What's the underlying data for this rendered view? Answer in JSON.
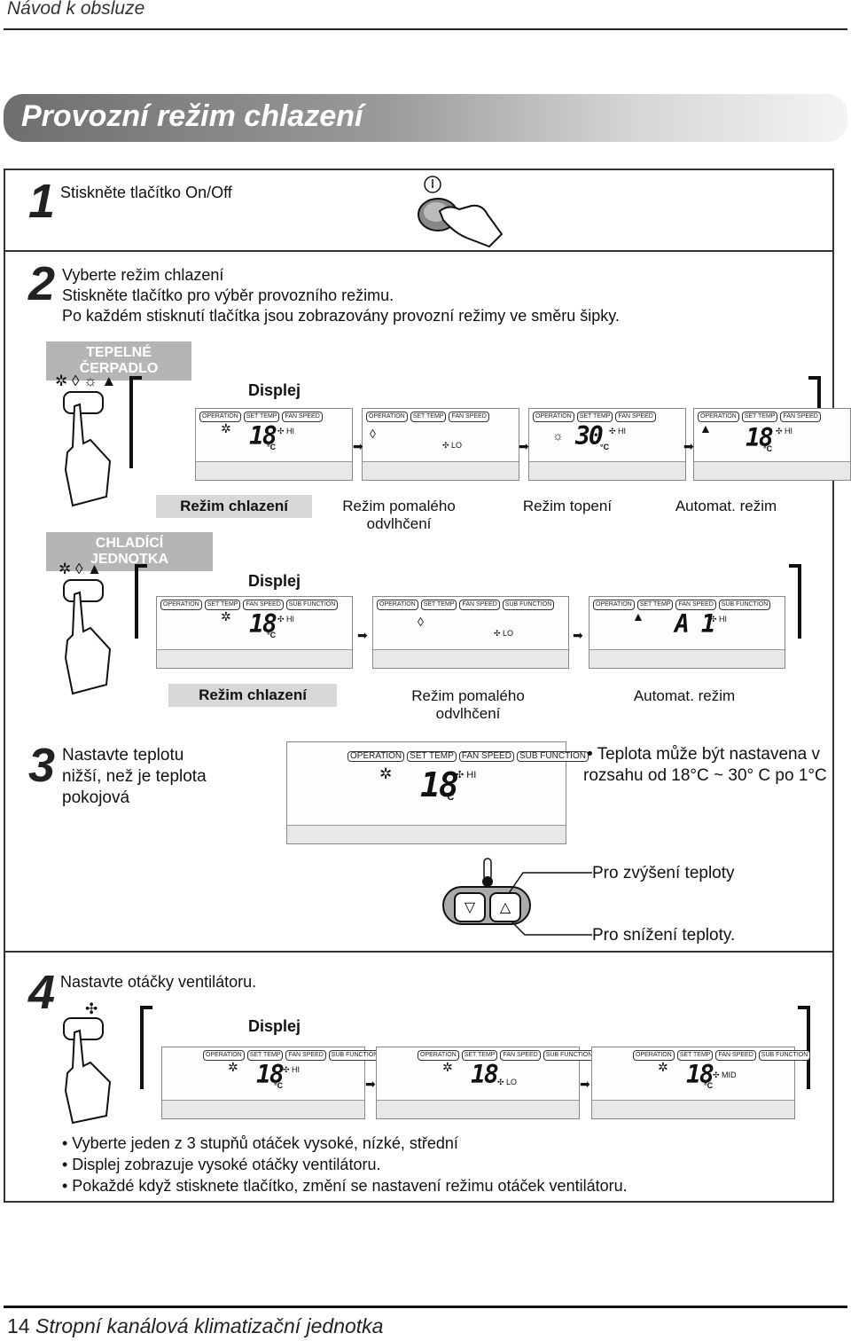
{
  "header": {
    "title": "Návod k obsluze"
  },
  "banner": {
    "title": "Provozní režim chlazení"
  },
  "step1": {
    "num": "1",
    "text": "Stiskněte tlačítko On/Off"
  },
  "step2": {
    "num": "2",
    "line1": "Vyberte režim chlazení",
    "line2": "Stiskněte tlačítko pro výběr provozního režimu.",
    "line3": "Po každém  stisknutí tlačítka  jsou zobrazovány provozní režimy ve směru šipky."
  },
  "lcd_labels": {
    "operation": "OPERATION",
    "set_temp": "SET TEMP",
    "fan_speed": "FAN SPEED",
    "sub_function": "SUB FUNCTION"
  },
  "units": {
    "celsius": "°C"
  },
  "heatpump": {
    "tag": "TEPELNÉ ČERPADLO",
    "display_label": "Displej",
    "modes": [
      "Režim chlazení",
      "Režim pomalého odvlhčení",
      "Režim topení",
      "Automat. režim"
    ],
    "screens": [
      {
        "temp": "18",
        "fan": "HI"
      },
      {
        "temp": "",
        "fan": "LO"
      },
      {
        "temp": "30",
        "fan": "HI"
      },
      {
        "temp": "18",
        "fan": "HI"
      }
    ]
  },
  "cooling_unit": {
    "tag": "CHLADÍCÍ JEDNOTKA",
    "display_label": "Displej",
    "modes": [
      "Režim chlazení",
      "Režim pomalého odvlhčení",
      "Automat. režim"
    ],
    "screens": [
      {
        "temp": "18",
        "fan": "HI"
      },
      {
        "temp": "",
        "fan": "LO"
      },
      {
        "temp": "A 1",
        "fan": "HI"
      }
    ]
  },
  "step3": {
    "num": "3",
    "text": [
      "Nastavte teplotu",
      "nižší, než je teplota",
      "pokojová"
    ],
    "note": [
      "• Teplota může být nastavena v",
      "rozsahu od 18°C ~ 30° C po 1°C"
    ],
    "screen": {
      "temp": "18",
      "fan": "HI"
    },
    "up_label": "Pro zvýšení teploty",
    "down_label": "Pro snížení teploty."
  },
  "step4": {
    "num": "4",
    "text": "Nastavte otáčky ventilátoru.",
    "display_label": "Displej",
    "screens": [
      {
        "temp": "18",
        "fan": "HI"
      },
      {
        "temp": "18",
        "fan": "LO"
      },
      {
        "temp": "18",
        "fan": "MID"
      }
    ],
    "bullets": [
      "• Vyberte jeden z 3 stupňů otáček  vysoké, nízké, střední",
      "• Displej zobrazuje vysoké otáčky ventilátoru.",
      "• Pokaždé když stisknete tlačítko, změní se nastavení režimu otáček ventilátoru."
    ]
  },
  "footer": {
    "page": "14",
    "title": "Stropní kanálová klimatizační jednotka"
  }
}
